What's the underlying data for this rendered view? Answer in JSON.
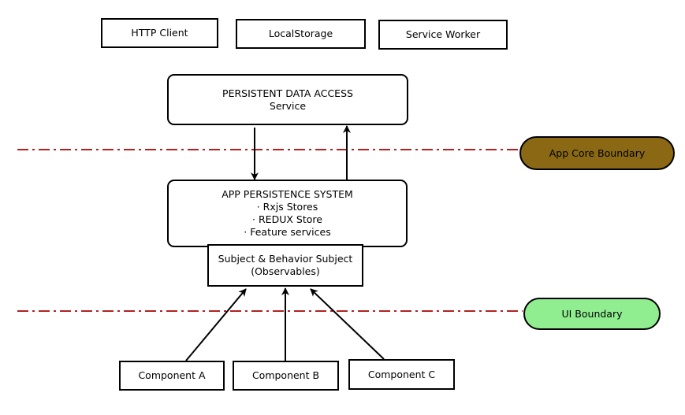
{
  "storage": {
    "http_client": "HTTP Client",
    "local_storage": "LocalStorage",
    "service_worker": "Service Worker"
  },
  "data_access": {
    "title": "PERSISTENT DATA ACCESS",
    "subtitle": "Service"
  },
  "persistence_system": {
    "title": "APP PERSISTENCE SYSTEM",
    "items": [
      "· Rxjs Stores",
      "· REDUX Store",
      "· Feature services"
    ]
  },
  "subject": {
    "title": "Subject & Behavior Subject",
    "subtitle": "(Observables)"
  },
  "components": [
    "Component A",
    "Component B",
    "Component C"
  ],
  "boundaries": {
    "app_core": {
      "label": "App Core Boundary",
      "color": "#8B6914"
    },
    "ui": {
      "label": "UI Boundary",
      "color": "#90EE90"
    },
    "line_color": "#B22222"
  }
}
